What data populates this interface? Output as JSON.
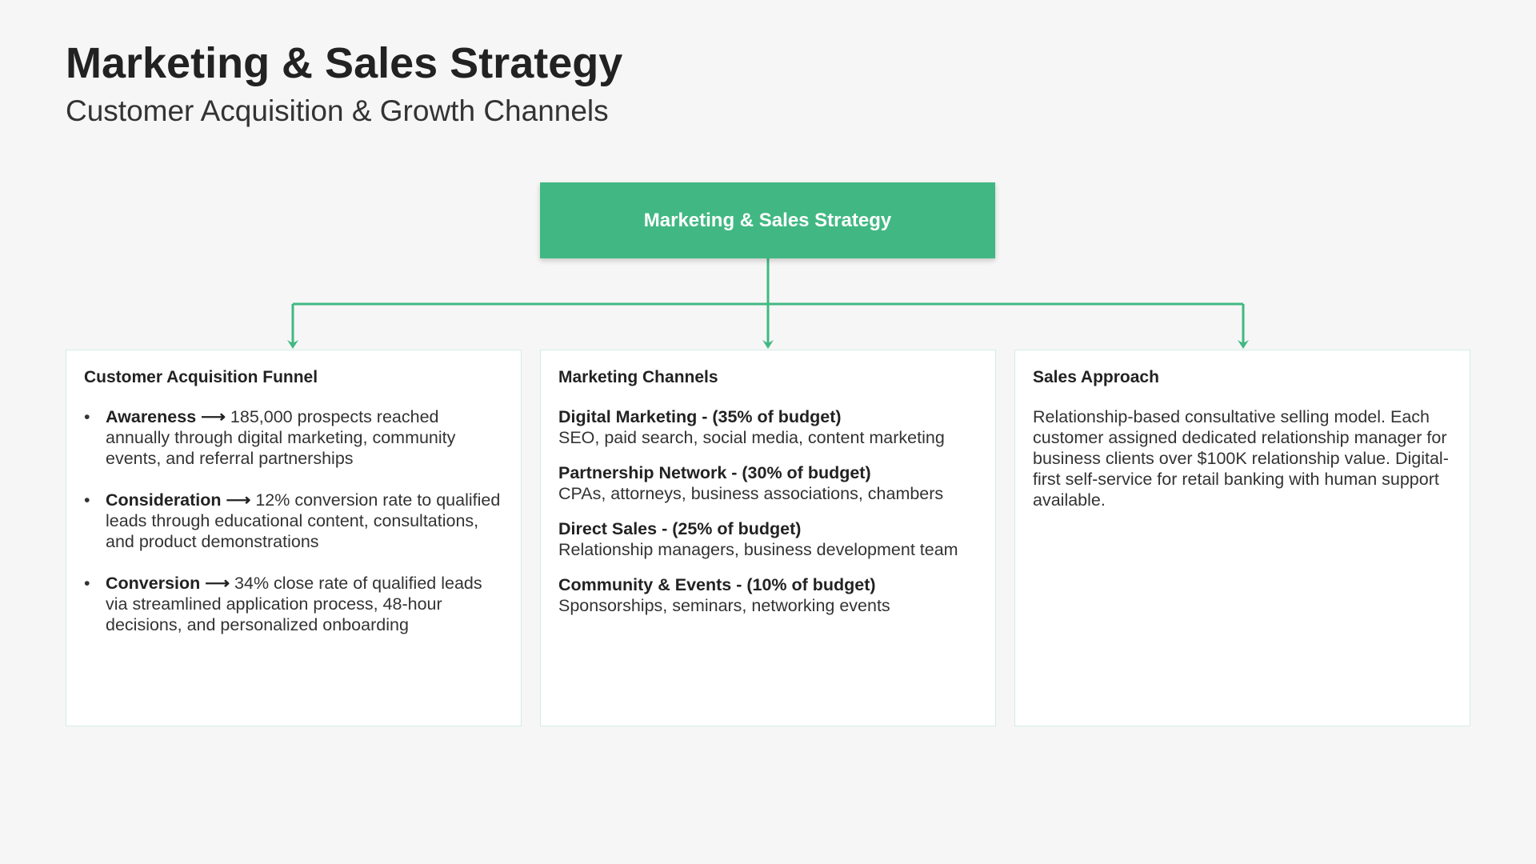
{
  "header": {
    "title": "Marketing & Sales Strategy",
    "subtitle": "Customer Acquisition & Growth Channels"
  },
  "root": {
    "label": "Marketing & Sales Strategy",
    "color": "#41b883"
  },
  "funnel": {
    "title": "Customer Acquisition Funnel",
    "items": [
      {
        "label": "Awareness ⟶",
        "text": " 185,000 prospects reached annually through digital marketing, community events, and referral partnerships"
      },
      {
        "label": "Consideration ⟶",
        "text": " 12% conversion rate to qualified leads through educational content, consultations, and product demonstrations"
      },
      {
        "label": "Conversion ⟶",
        "text": " 34% close rate of qualified leads via streamlined application process, 48-hour decisions, and personalized onboarding"
      }
    ]
  },
  "channels": {
    "title": "Marketing Channels",
    "items": [
      {
        "name": "Digital Marketing - (35% of budget)",
        "desc": "SEO, paid search, social media, content marketing"
      },
      {
        "name": "Partnership Network - (30% of budget)",
        "desc": "CPAs, attorneys, business associations, chambers"
      },
      {
        "name": "Direct Sales - (25% of budget)",
        "desc": "Relationship managers, business development team"
      },
      {
        "name": "Community & Events - (10% of budget)",
        "desc": "Sponsorships, seminars, networking events"
      }
    ]
  },
  "sales": {
    "title": "Sales Approach",
    "text": "Relationship-based consultative selling model. Each customer assigned dedicated relationship manager for business clients over $100K relationship value. Digital-first self-service for retail banking with human support available."
  }
}
